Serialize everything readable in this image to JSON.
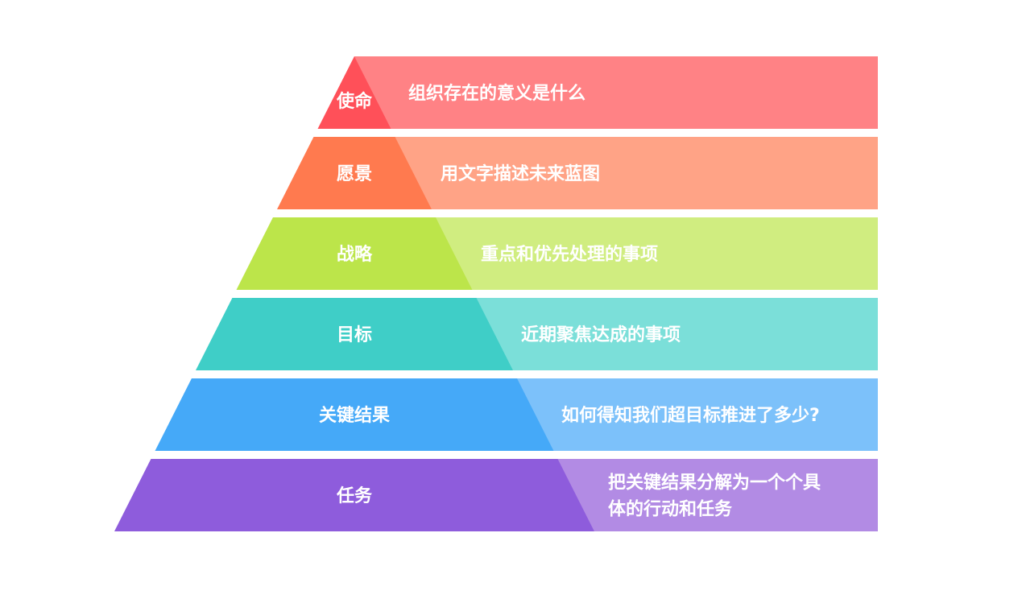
{
  "diagram": {
    "tiers": [
      {
        "label": "使命",
        "description": [
          "组织存在的意义是什么"
        ],
        "color_dark": "#FF5059",
        "color_light": "#FF8285"
      },
      {
        "label": "愿景",
        "description": [
          "用文字描述未来蓝图"
        ],
        "color_dark": "#FF7A4F",
        "color_light": "#FFA386"
      },
      {
        "label": "战略",
        "description": [
          "重点和优先处理的事项"
        ],
        "color_dark": "#BCE54A",
        "color_light": "#D0ED80"
      },
      {
        "label": "目标",
        "description": [
          "近期聚焦达成的事项"
        ],
        "color_dark": "#3FCEC7",
        "color_light": "#7BDFD9"
      },
      {
        "label": "关键结果",
        "description": [
          "如何得知我们超目标推进了多少?"
        ],
        "color_dark": "#45A9F8",
        "color_light": "#7CC1FA"
      },
      {
        "label": "任务",
        "description": [
          "把关键结果分解为一个个具",
          "体的行动和任务"
        ],
        "color_dark": "#8E5CDC",
        "color_light": "#B28BE4"
      }
    ]
  }
}
